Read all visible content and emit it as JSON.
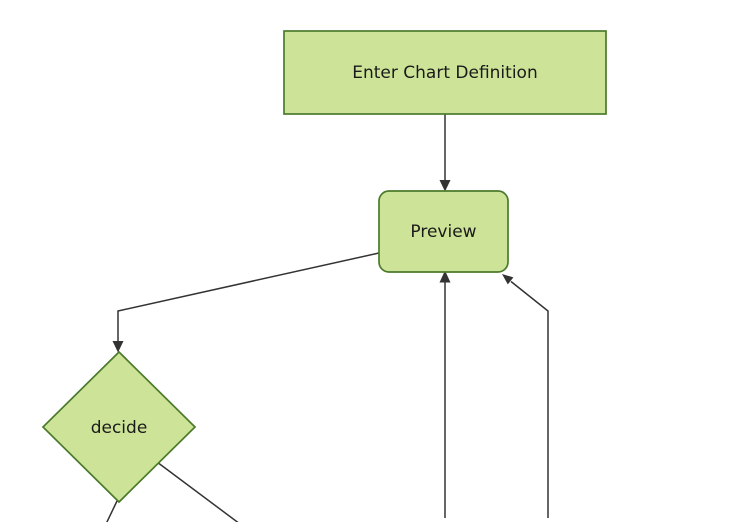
{
  "diagram": {
    "type": "flowchart",
    "direction": "top-down",
    "nodes": [
      {
        "id": "A",
        "label": "Enter Chart Definition",
        "shape": "rectangle"
      },
      {
        "id": "B",
        "label": "Preview",
        "shape": "rounded-rectangle"
      },
      {
        "id": "C",
        "label": "decide",
        "shape": "diamond"
      }
    ],
    "edges": [
      {
        "from": "Enter Chart Definition",
        "to": "Preview",
        "arrow": true
      },
      {
        "from": "Preview",
        "to": "decide",
        "arrow": true
      },
      {
        "from": "offscreen-bottom-1",
        "to": "Preview",
        "arrow": true
      },
      {
        "from": "offscreen-bottom-2",
        "to": "Preview",
        "arrow": true
      },
      {
        "from": "decide",
        "to": "offscreen-bottom-left-1",
        "arrow": false
      },
      {
        "from": "decide",
        "to": "offscreen-bottom-left-2",
        "arrow": false
      }
    ],
    "colors": {
      "background": "#ffffff",
      "node_fill": "#cde498",
      "node_border": "#4b7a2b",
      "edge": "#333333",
      "text": "#1a1a1a"
    }
  }
}
